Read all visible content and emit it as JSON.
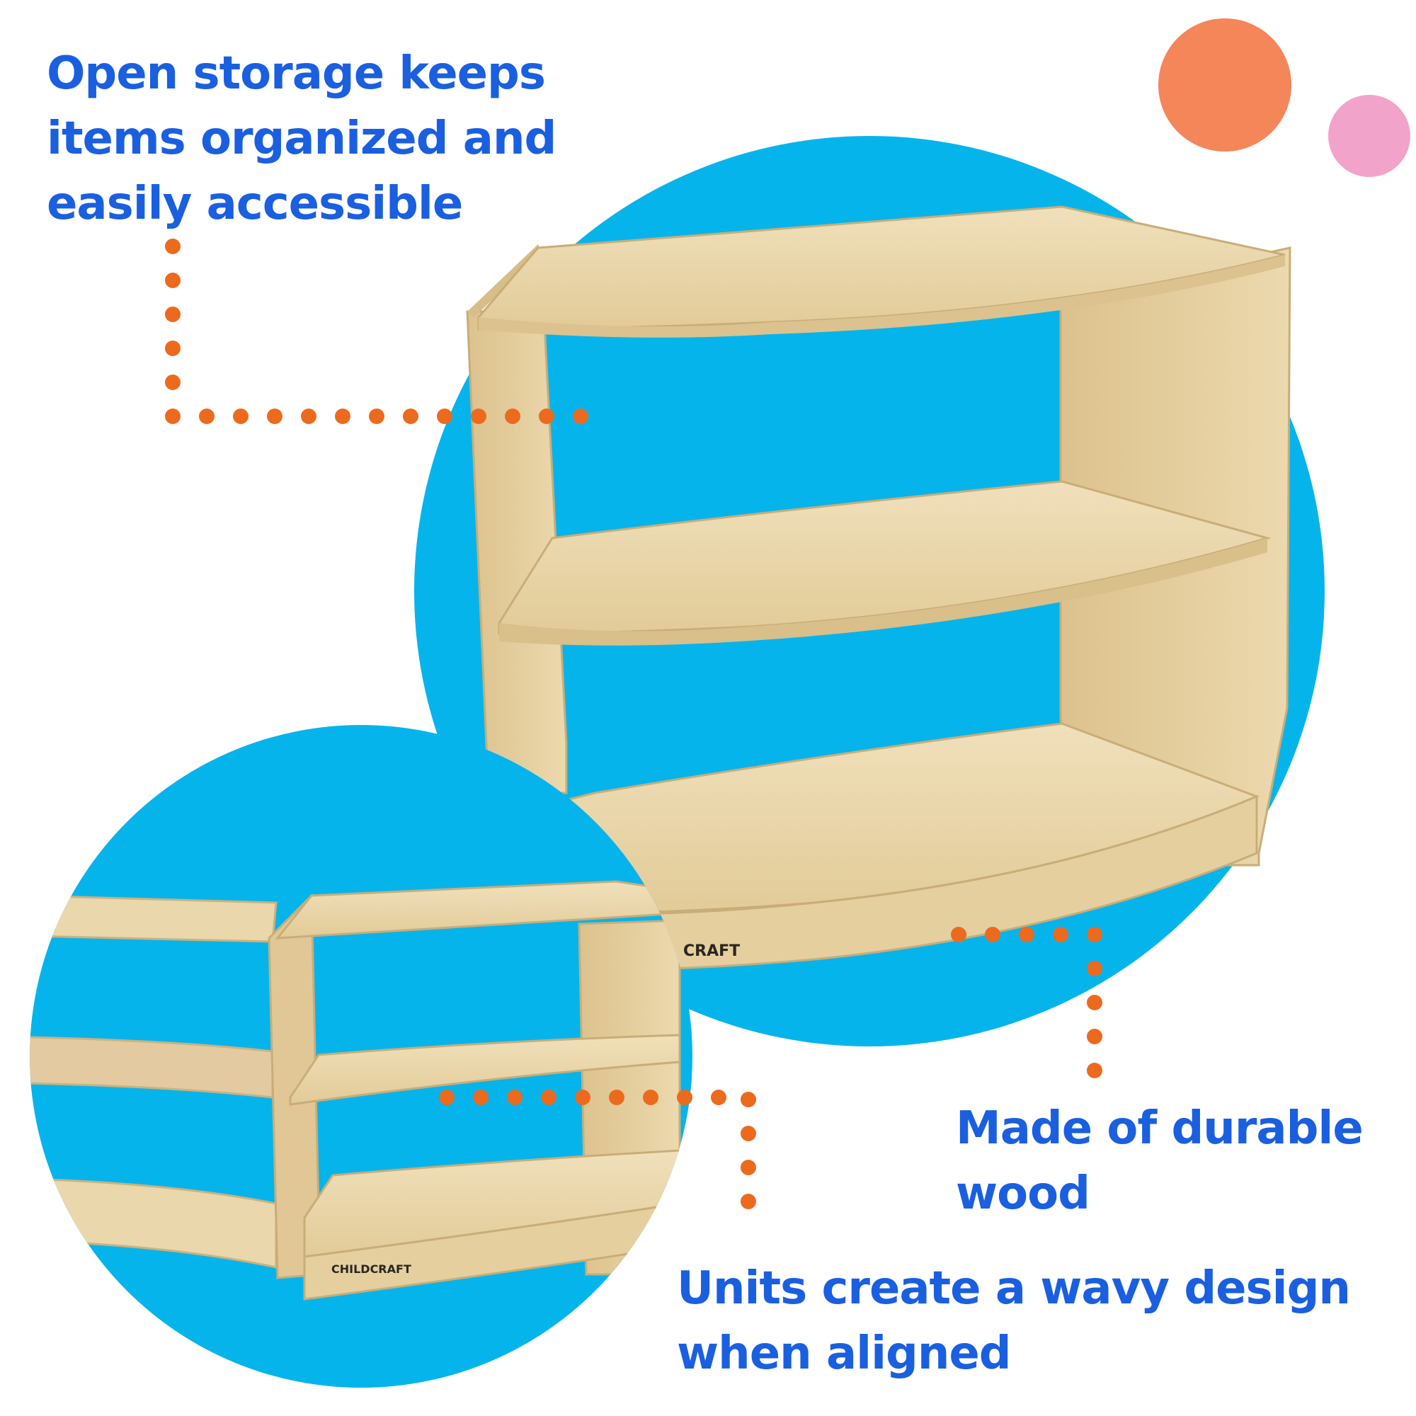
{
  "colors": {
    "blue_circle": "#06b4ec",
    "orange_circle": "#f4865a",
    "pink_circle": "#f2a3c9",
    "dots": "#ec6a1e",
    "text": "#1a5fe0",
    "wood": "#e8d3a4"
  },
  "callouts": {
    "open_storage": "Open storage keeps items organized and easily accessible",
    "durable_wood": "Made of durable wood",
    "wavy_design": "Units create a wavy design when aligned"
  },
  "brand": {
    "main_shelf_logo": "CRAFT",
    "inset_shelf_logo": "CHILDCRAFT"
  }
}
